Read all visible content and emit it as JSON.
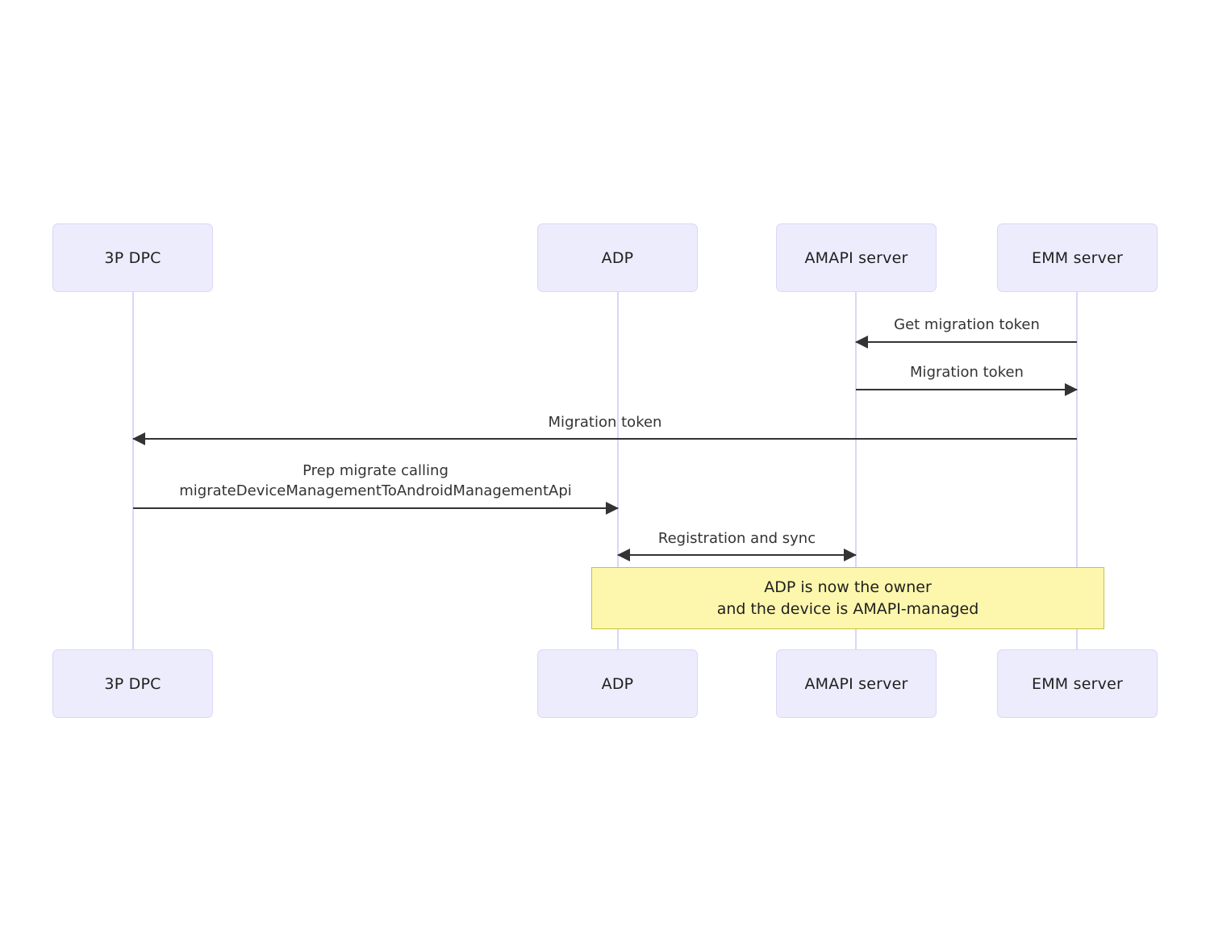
{
  "diagram": {
    "type": "sequence-diagram",
    "background": "#ffffff",
    "colors": {
      "actor_fill": "#ececfd",
      "actor_border": "#dcd6f7",
      "lifeline": "#dcd6f7",
      "arrow": "#333333",
      "note_fill": "#fdf6ad",
      "note_border": "#c6c43f",
      "text": "#333333"
    },
    "participants": [
      {
        "id": "dpc",
        "label": "3P DPC"
      },
      {
        "id": "adp",
        "label": "ADP"
      },
      {
        "id": "amapi",
        "label": "AMAPI server"
      },
      {
        "id": "emm",
        "label": "EMM server"
      }
    ],
    "participants_bottom": [
      {
        "id": "dpc",
        "label": "3P DPC"
      },
      {
        "id": "adp",
        "label": "ADP"
      },
      {
        "id": "amapi",
        "label": "AMAPI server"
      },
      {
        "id": "emm",
        "label": "EMM server"
      }
    ],
    "messages": [
      {
        "id": "m1",
        "label": "Get migration token",
        "from": "emm",
        "to": "amapi",
        "direction": "left",
        "arrow": "single"
      },
      {
        "id": "m2",
        "label": "Migration token",
        "from": "amapi",
        "to": "emm",
        "direction": "right",
        "arrow": "single"
      },
      {
        "id": "m3",
        "label": "Migration token",
        "from": "emm",
        "to": "dpc",
        "direction": "left",
        "arrow": "single"
      },
      {
        "id": "m4",
        "label": "Prep migrate calling\nmigrateDeviceManagementToAndroidManagementApi",
        "from": "dpc",
        "to": "adp",
        "direction": "right",
        "arrow": "single"
      },
      {
        "id": "m5",
        "label": "Registration and sync",
        "from": "adp",
        "to": "amapi",
        "direction": "both",
        "arrow": "double"
      }
    ],
    "notes": [
      {
        "id": "n1",
        "text": "ADP is now the owner\nand the device is AMAPI-managed",
        "over": [
          "adp",
          "amapi",
          "emm"
        ]
      }
    ]
  }
}
